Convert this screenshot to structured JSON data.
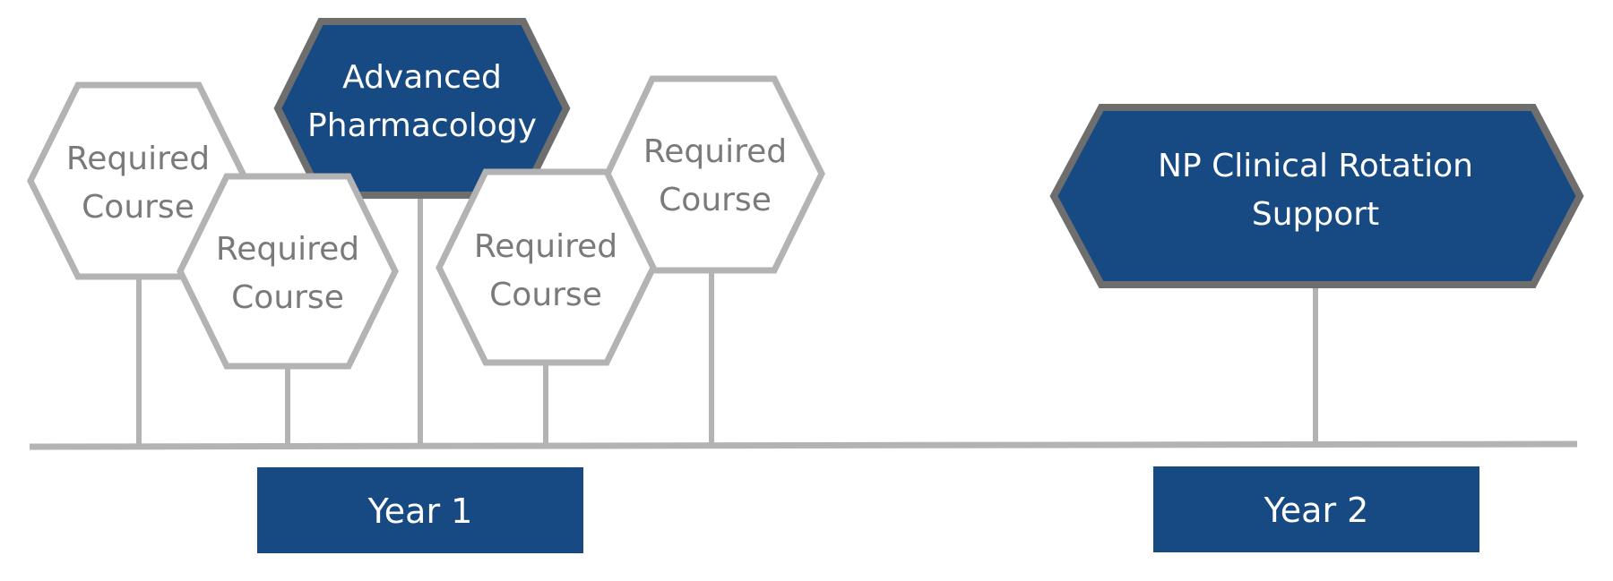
{
  "colors": {
    "primary": "#174a82",
    "line": "#b3b3b3",
    "outline_dark": "#6e6e6e",
    "text_gray": "#7a7a7a",
    "text_white": "#ffffff"
  },
  "nodes": [
    {
      "label_line1": "Required",
      "label_line2": "Course"
    },
    {
      "label_line1": "Required",
      "label_line2": "Course"
    },
    {
      "label_line1": "Advanced",
      "label_line2": "Pharmacology"
    },
    {
      "label_line1": "Required",
      "label_line2": "Course"
    },
    {
      "label_line1": "Required",
      "label_line2": "Course"
    },
    {
      "label_line1": "NP Clinical Rotation",
      "label_line2": "Support"
    }
  ],
  "years": [
    {
      "label": "Year 1"
    },
    {
      "label": "Year 2"
    }
  ]
}
